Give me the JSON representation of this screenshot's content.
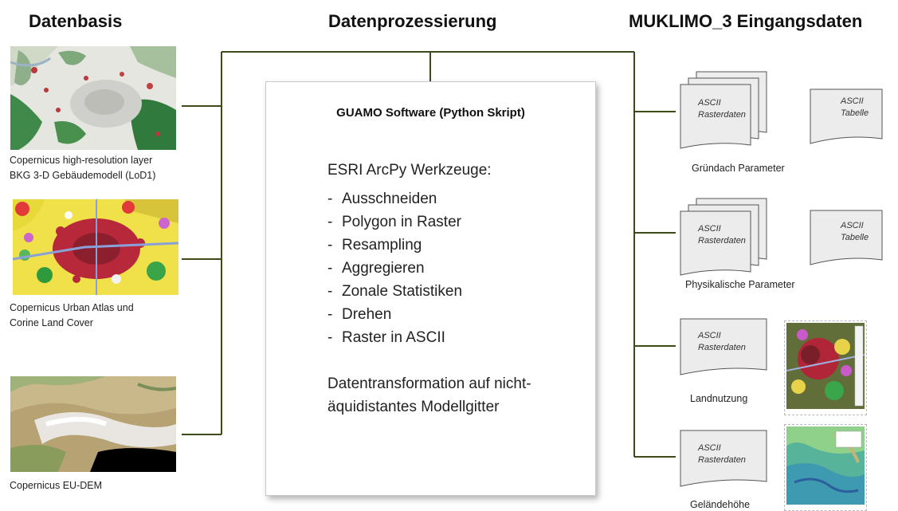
{
  "headings": {
    "datenbasis": "Datenbasis",
    "datenprozessierung": "Datenprozessierung",
    "eingangsdaten": "MUKLIMO_3 Eingangsdaten"
  },
  "sources": [
    {
      "caption_line1": "Copernicus high-resolution layer",
      "caption_line2": "BKG 3-D Gebäudemodell (LoD1)"
    },
    {
      "caption_line1": "Copernicus Urban Atlas und",
      "caption_line2": "Corine Land Cover"
    },
    {
      "caption_line1": "Copernicus EU-DEM",
      "caption_line2": ""
    }
  ],
  "processing": {
    "title": "GUAMO Software (Python Skript)",
    "tools_heading": "ESRI ArcPy Werkzeuge:",
    "tools": [
      "Ausschneiden",
      "Polygon in Raster",
      "Resampling",
      "Aggregieren",
      "Zonale Statistiken",
      "Drehen",
      "Raster in ASCII"
    ],
    "transform_text": "Datentransformation auf nicht-äquidistantes Modellgitter"
  },
  "outputs": [
    {
      "caption": "Gründach Parameter",
      "doc1": [
        "ASCII",
        "Rasterdaten"
      ],
      "doc2": [
        "ASCII",
        "Tabelle"
      ]
    },
    {
      "caption": "Physikalische Parameter",
      "doc1": [
        "ASCII",
        "Rasterdaten"
      ],
      "doc2": [
        "ASCII",
        "Tabelle"
      ]
    },
    {
      "caption": "Landnutzung",
      "doc1": [
        "ASCII",
        "Rasterdaten"
      ]
    },
    {
      "caption": "Geländehöhe",
      "doc1": [
        "ASCII",
        "Rasterdaten"
      ]
    }
  ],
  "colors": {
    "connector": "#3d4a1a"
  }
}
